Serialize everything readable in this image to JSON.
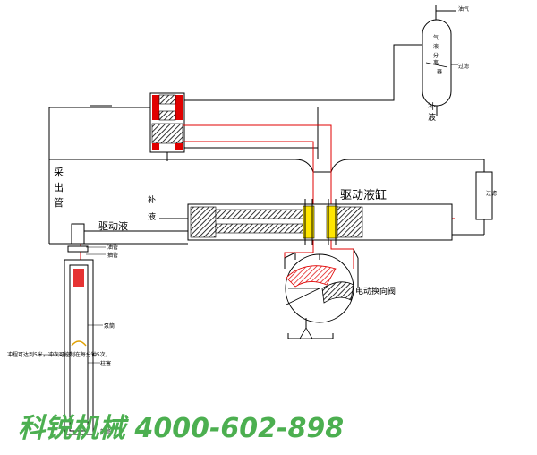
{
  "labels": {
    "exhaust": "油气",
    "separator_line1": "气",
    "separator_line2": "液",
    "separator_line3": "分",
    "separator_line4": "离",
    "separator_line5": "器",
    "separator_filter": "过滤",
    "separator_refill_1": "补",
    "separator_refill_2": "液",
    "production_pipe_1": "采",
    "production_pipe_2": "出",
    "production_pipe_3": "管",
    "cylinder_refill_1": "补",
    "cylinder_refill_2": "液",
    "drive_cylinder": "驱动液缸",
    "drive_fluid": "驱动液",
    "right_filter": "过滤",
    "electric_valve": "电动换向阀",
    "well_label_a": "油管",
    "well_label_b": "抽管",
    "well_label_c": "泵筒",
    "well_label_d": "柱塞",
    "well_label_e": "冲程可达到5米，冲次可控制在每分钟5次，",
    "well_label_f": "筛管"
  },
  "watermark": "科锐机械 4000-602-898",
  "colors": {
    "line": "#000000",
    "flow": "#e00000",
    "seal": "#e00000",
    "packing": "#333333",
    "valve": "#ffe600",
    "watermark": "#4caf50"
  }
}
